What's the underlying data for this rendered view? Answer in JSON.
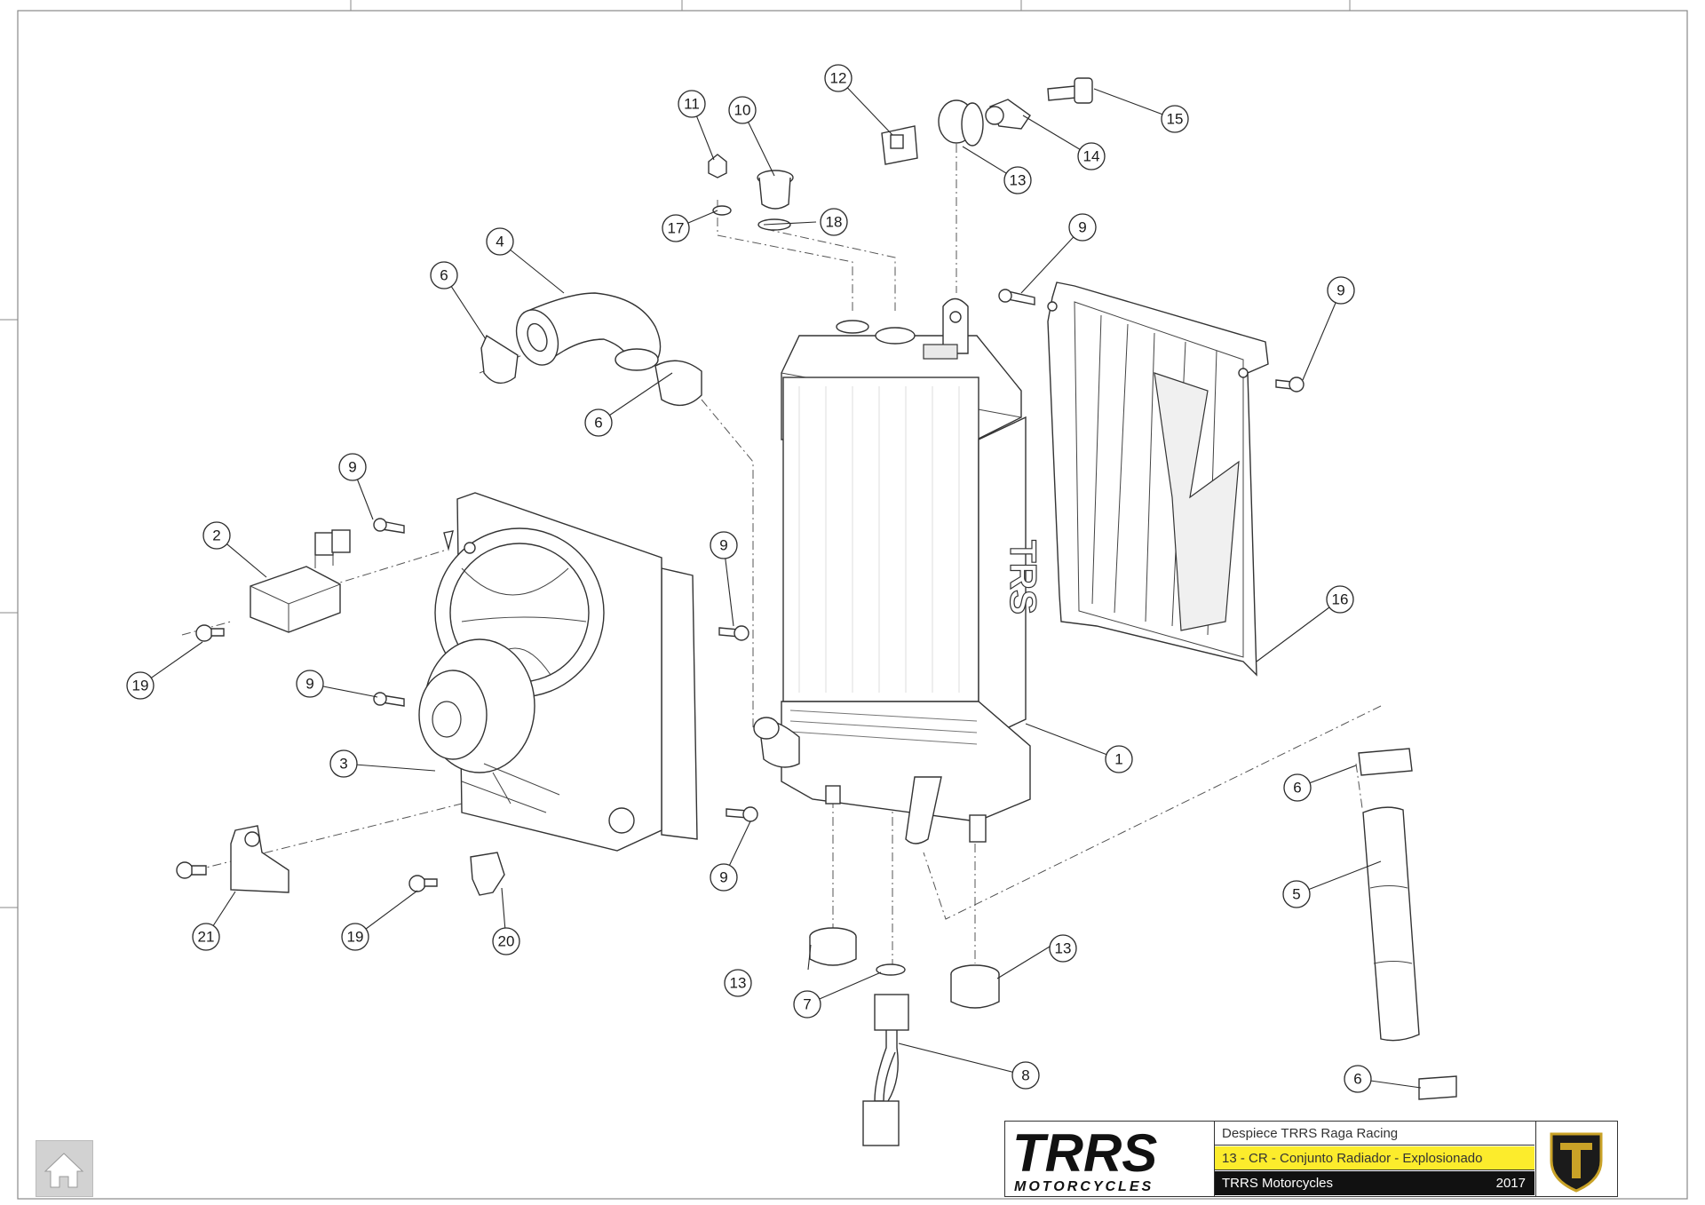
{
  "callouts": [
    "1",
    "2",
    "3",
    "4",
    "5",
    "6",
    "7",
    "8",
    "9",
    "10",
    "11",
    "12",
    "13",
    "14",
    "15",
    "16",
    "17",
    "18",
    "19",
    "20",
    "21"
  ],
  "radiator_brand_text": "TRS",
  "title_block": {
    "logo_text": "TRRS",
    "logo_subtext": "MOTORCYCLES",
    "line1": "Despiece TRRS Raga Racing",
    "line2": "13 - CR - Conjunto Radiador - Explosionado",
    "line3": "TRRS Motorcycles",
    "year": "2017"
  },
  "colors": {
    "accent_yellow": "#fcec2c",
    "logo_yellow": "#f2d21e",
    "emblem_gold": "#c9a227",
    "dark": "#111111"
  },
  "icons": {
    "home": "home-icon",
    "emblem": "trrs-emblem-icon"
  }
}
